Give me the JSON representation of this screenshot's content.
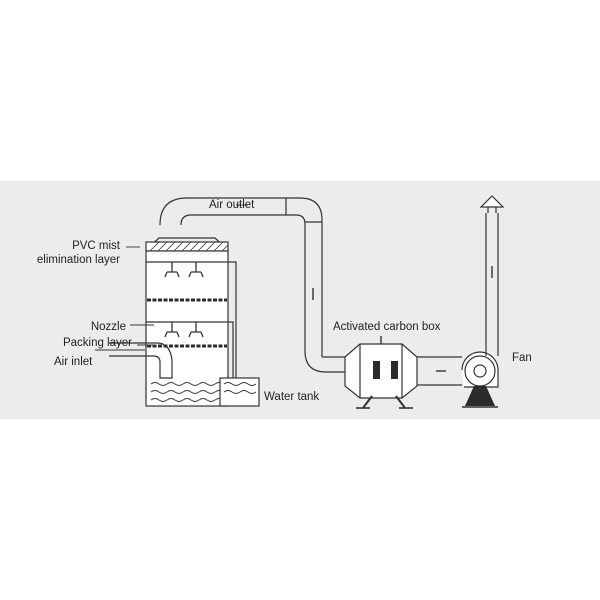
{
  "labels": {
    "pvc_mist": "PVC mist",
    "elimination_layer": "elimination layer",
    "nozzle": "Nozzle",
    "packing_layer": "Packing layer",
    "air_inlet": "Air inlet",
    "air_outlet": "Air outlet",
    "water_tank": "Water tank",
    "activated_carbon_box": "Activated carbon box",
    "fan": "Fan"
  },
  "colors": {
    "background_band": "#ececec",
    "stroke": "#333333",
    "fill": "#ffffff",
    "dark": "#2b2b2b"
  }
}
